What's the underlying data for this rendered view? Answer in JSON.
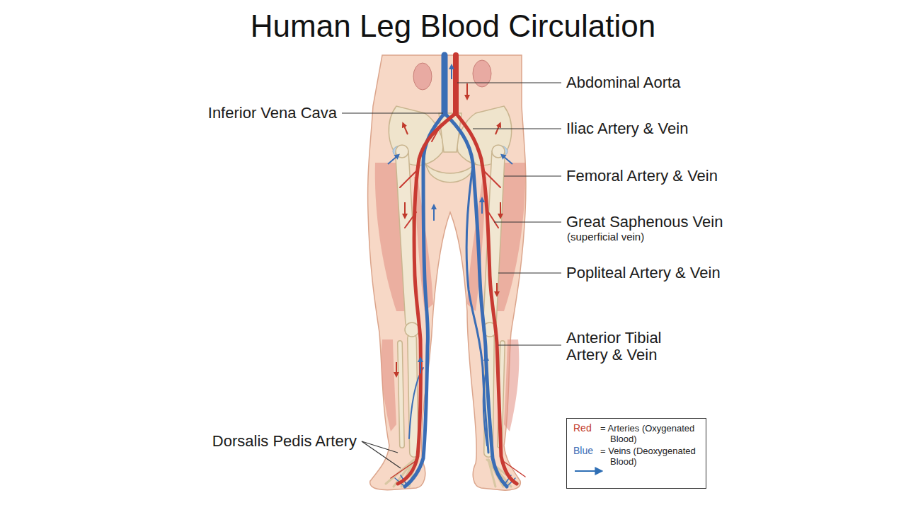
{
  "diagram": {
    "title": "Human Leg Blood Circulation",
    "labels": [
      "Abdominal Aorta",
      "Inferior Vena Cava",
      "Iliac Artery & Vein",
      "Femoral Artery & Vein",
      "Great Saphenous Vein",
      "(superficial vein)",
      "Popliteal Artery & Vein",
      "Anterior Tibial Artery & Vein",
      "Dorsalis Pedis Artery",
      "Red",
      "Blue"
    ],
    "legend": [
      {
        "text": "= Arteries (Oxygenated Blood)",
        "color": "#c0392b"
      },
      {
        "text": "= Veins (Deoxygenated Blood)",
        "color": "#3a6db5"
      }
    ]
  }
}
